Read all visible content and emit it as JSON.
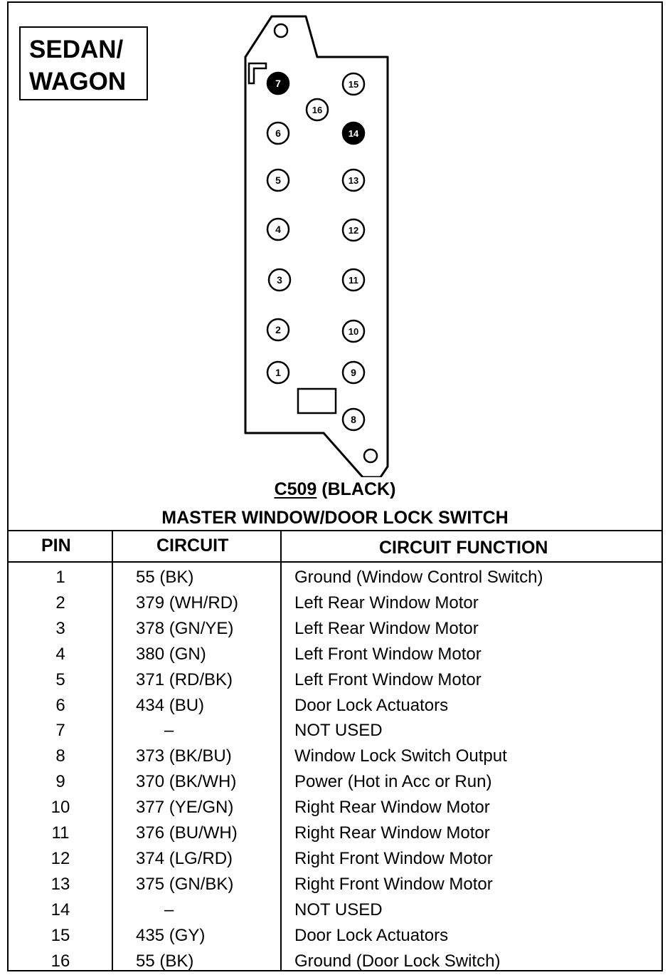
{
  "badge": {
    "line1": "SEDAN/",
    "line2": "WAGON"
  },
  "connector": {
    "id": "C509",
    "color_label": "(BLACK)",
    "name": "MASTER WINDOW/DOOR LOCK SWITCH",
    "pins": [
      {
        "label": "7",
        "filled": true
      },
      {
        "label": "15",
        "filled": false
      },
      {
        "label": "16",
        "filled": false
      },
      {
        "label": "6",
        "filled": false
      },
      {
        "label": "14",
        "filled": true
      },
      {
        "label": "5",
        "filled": false
      },
      {
        "label": "13",
        "filled": false
      },
      {
        "label": "4",
        "filled": false
      },
      {
        "label": "12",
        "filled": false
      },
      {
        "label": "3",
        "filled": false
      },
      {
        "label": "11",
        "filled": false
      },
      {
        "label": "2",
        "filled": false
      },
      {
        "label": "10",
        "filled": false
      },
      {
        "label": "1",
        "filled": false
      },
      {
        "label": "9",
        "filled": false
      },
      {
        "label": "8",
        "filled": false
      }
    ]
  },
  "table": {
    "headers": {
      "pin": "PIN",
      "circuit": "CIRCUIT",
      "function": "CIRCUIT FUNCTION"
    },
    "rows": [
      {
        "pin": "1",
        "circuit": "55 (BK)",
        "function": "Ground (Window Control Switch)"
      },
      {
        "pin": "2",
        "circuit": "379 (WH/RD)",
        "function": "Left Rear Window Motor"
      },
      {
        "pin": "3",
        "circuit": "378 (GN/YE)",
        "function": "Left Rear Window Motor"
      },
      {
        "pin": "4",
        "circuit": "380 (GN)",
        "function": "Left Front Window Motor"
      },
      {
        "pin": "5",
        "circuit": "371 (RD/BK)",
        "function": "Left Front Window Motor"
      },
      {
        "pin": "6",
        "circuit": "434 (BU)",
        "function": "Door Lock Actuators"
      },
      {
        "pin": "7",
        "circuit": "–",
        "function": "NOT USED"
      },
      {
        "pin": "8",
        "circuit": "373 (BK/BU)",
        "function": "Window Lock Switch Output"
      },
      {
        "pin": "9",
        "circuit": "370 (BK/WH)",
        "function": "Power (Hot in Acc or Run)"
      },
      {
        "pin": "10",
        "circuit": "377 (YE/GN)",
        "function": "Right Rear Window Motor"
      },
      {
        "pin": "11",
        "circuit": "376 (BU/WH)",
        "function": "Right Rear Window Motor"
      },
      {
        "pin": "12",
        "circuit": "374 (LG/RD)",
        "function": "Right Front Window Motor"
      },
      {
        "pin": "13",
        "circuit": "375 (GN/BK)",
        "function": "Right Front Window Motor"
      },
      {
        "pin": "14",
        "circuit": "–",
        "function": "NOT USED"
      },
      {
        "pin": "15",
        "circuit": "435 (GY)",
        "function": "Door Lock Actuators"
      },
      {
        "pin": "16",
        "circuit": "55 (BK)",
        "function": "Ground (Door Lock Switch)"
      }
    ]
  }
}
